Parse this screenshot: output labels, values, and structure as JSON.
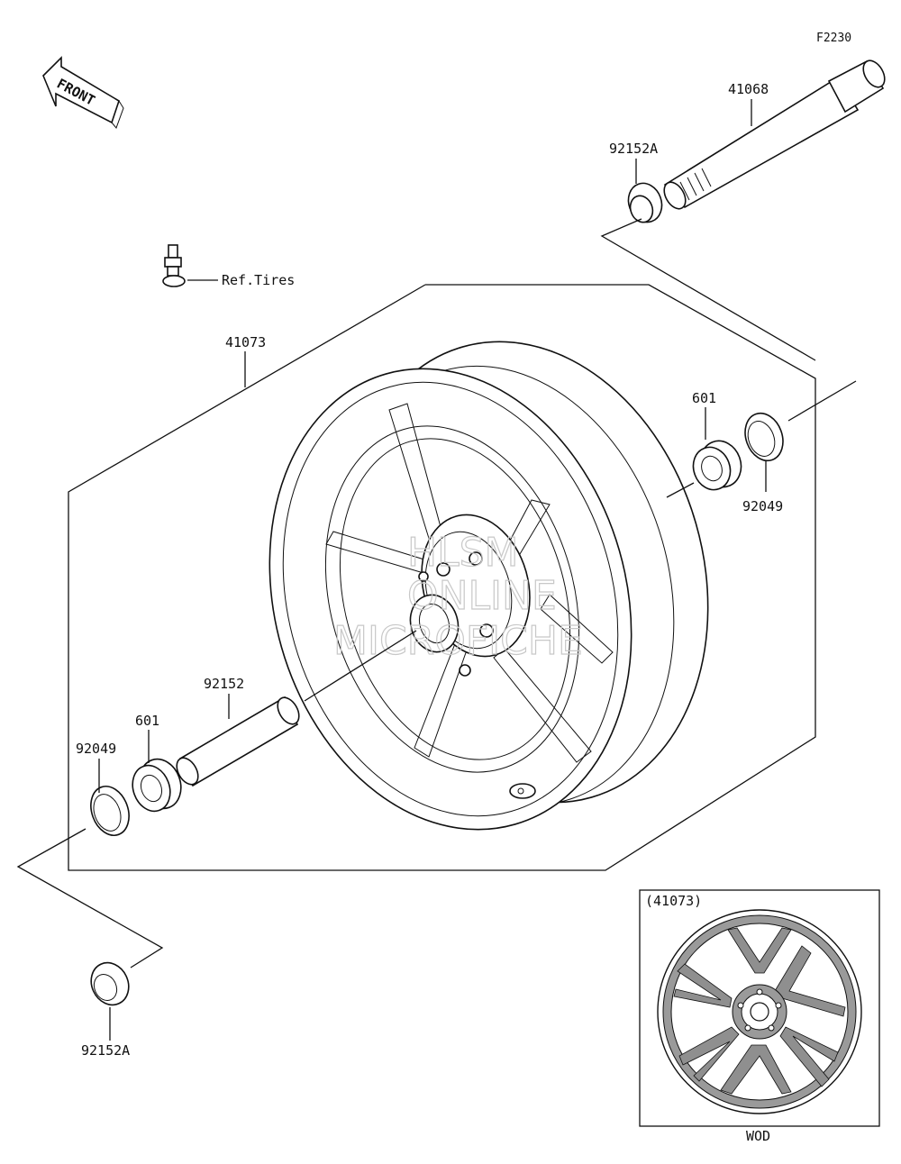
{
  "diagram_id": "F2230",
  "front_label": "FRONT",
  "watermark": [
    "HLSM",
    "ONLINE",
    "MICROFICHE"
  ],
  "inset": {
    "part_ref": "(41073)",
    "caption": "WOD"
  },
  "parts": {
    "axle": "41068",
    "collar_top": "92152A",
    "valve_ref": "Ref.Tires",
    "wheel": "41073",
    "bearing_right": "601",
    "seal_right": "92049",
    "spacer": "92152",
    "bearing_left": "601",
    "seal_left": "92049",
    "collar_bottom": "92152A"
  }
}
